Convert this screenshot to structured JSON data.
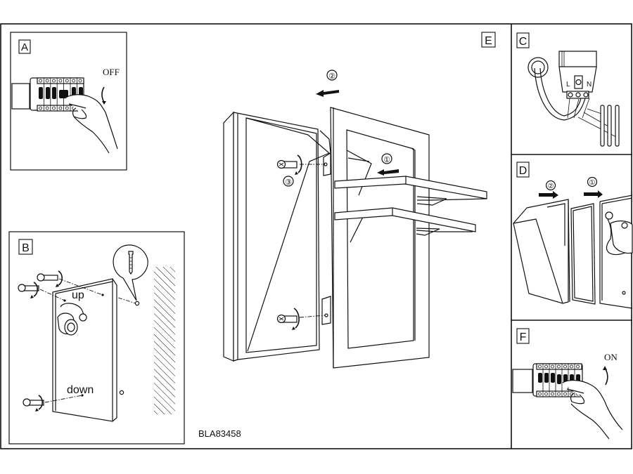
{
  "document": {
    "model_code": "BLA83458",
    "panels": {
      "A": {
        "label": "A",
        "caption": "OFF",
        "icons": [
          "circuit-breaker-icon",
          "hand-icon",
          "rotate-arrow-icon"
        ]
      },
      "B": {
        "label": "B",
        "up_label": "up",
        "down_label": "down",
        "icons": [
          "screw-icon",
          "wall-plug-icon",
          "wall-hatch",
          "lamp-socket-icon"
        ]
      },
      "C": {
        "label": "C",
        "terminals": [
          "L",
          "⏚",
          "N"
        ],
        "icons": [
          "cable-gland-icon",
          "lamp-holder-icon",
          "wire-icon"
        ]
      },
      "D": {
        "label": "D",
        "steps": [
          "②",
          "①"
        ],
        "icons": [
          "arrow-right-icon",
          "lamp-shade-icon",
          "glass-panel-icon",
          "back-plate-icon"
        ]
      },
      "E": {
        "label": "E",
        "steps": [
          "②",
          "①",
          "③"
        ],
        "icons": [
          "arrow-left-icon",
          "screw-icon",
          "frame-icon"
        ]
      },
      "F": {
        "label": "F",
        "caption": "ON",
        "icons": [
          "circuit-breaker-icon",
          "hand-icon",
          "rotate-arrow-icon"
        ]
      }
    }
  }
}
